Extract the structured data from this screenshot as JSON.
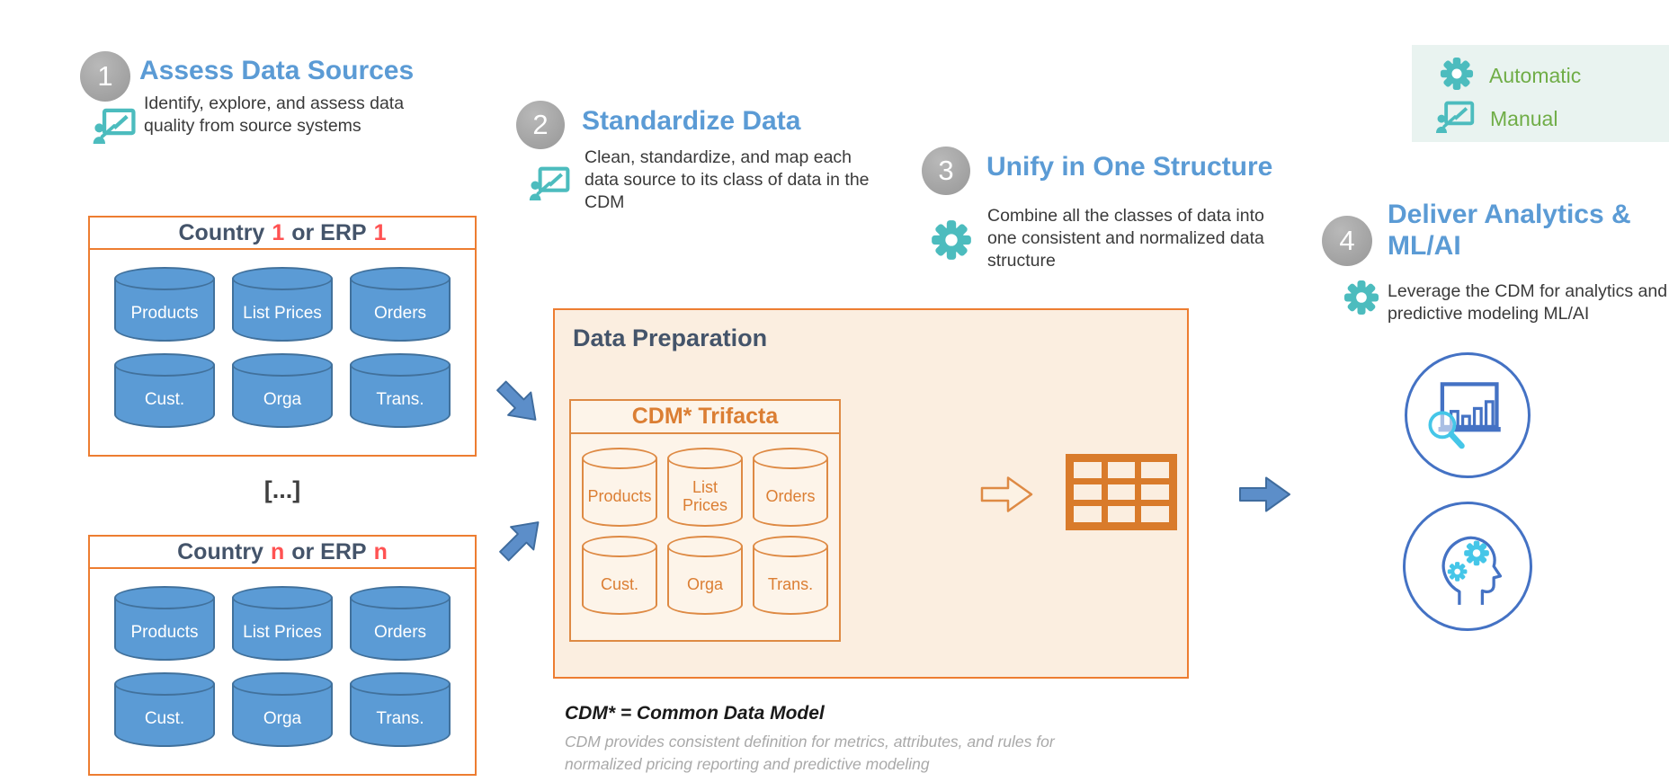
{
  "palette": {
    "accent_blue": "#5B9BD5",
    "navy": "#44546A",
    "orange": "#ED7D31",
    "grid_orange": "#D97B2B",
    "teal": "#4CBCBE",
    "green": "#70AD47",
    "red_number": "#FF5252",
    "circle_gray": "#A6A6A6",
    "result_circle_blue": "#4472C4",
    "light_blue": "#45C6E8"
  },
  "legend": {
    "automatic_label": "Automatic",
    "manual_label": "Manual"
  },
  "steps": {
    "step1": {
      "number": "1",
      "title": "Assess Data Sources",
      "description": "Identify, explore, and assess data quality from source systems",
      "mode": "manual"
    },
    "step2": {
      "number": "2",
      "title": "Standardize Data",
      "description": "Clean, standardize, and map each data source to its class of data in the CDM",
      "mode": "manual"
    },
    "step3": {
      "number": "3",
      "title": "Unify in One Structure",
      "description": "Combine all the classes of data into one consistent and normalized data structure",
      "mode": "automatic"
    },
    "step4": {
      "number": "4",
      "title_line1": "Deliver Analytics &",
      "title_line2": "ML/AI",
      "description": "Leverage the CDM for analytics and predictive modeling ML/AI",
      "mode": "automatic"
    }
  },
  "source_box_1": {
    "title_prefix": "Country",
    "title_num1": "1",
    "title_mid": "or ERP",
    "title_num2": "1",
    "cylinders": [
      "Products",
      "List Prices",
      "Orders",
      "Cust.",
      "Orga",
      "Trans."
    ]
  },
  "ellipsis": "[...]",
  "source_box_n": {
    "title_prefix": "Country",
    "title_num1": "n",
    "title_mid": "or ERP",
    "title_num2": "n",
    "cylinders": [
      "Products",
      "List Prices",
      "Orders",
      "Cust.",
      "Orga",
      "Trans."
    ]
  },
  "data_preparation": {
    "title": "Data Preparation",
    "cdm_box_title": "CDM* Trifacta",
    "cylinders": [
      "Products",
      "List Prices",
      "Orders",
      "Cust.",
      "Orga",
      "Trans."
    ]
  },
  "footnote": {
    "definition": "CDM* = Common Data Model",
    "note_line1": "CDM provides consistent definition for metrics, attributes, and rules for",
    "note_line2": "normalized pricing reporting and predictive modeling"
  }
}
